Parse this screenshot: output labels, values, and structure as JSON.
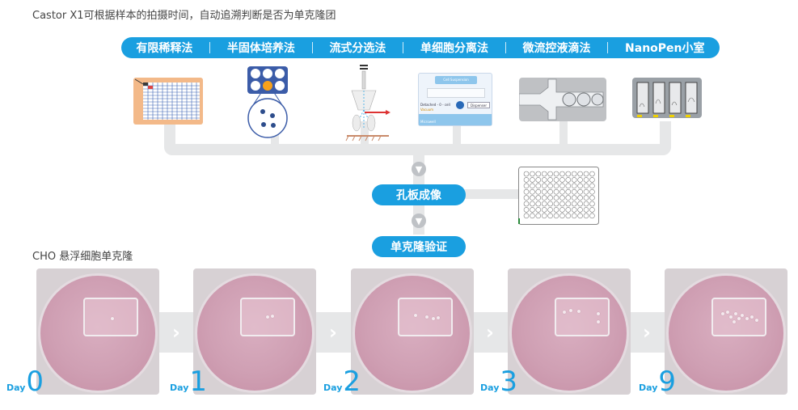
{
  "intro_text": "Castor X1可根据样本的拍摄时间，自动追溯判断是否为单克隆团",
  "methods": [
    "有限稀释法",
    "半固体培养法",
    "流式分选法",
    "单细胞分离法",
    "微流控液滴法",
    "NanoPen小室"
  ],
  "icon_names": [
    "well-plate-grid-icon",
    "six-well-plate-icon",
    "flow-sorter-icon",
    "cell-separation-chip-icon",
    "microfluidic-droplet-icon",
    "nanopen-chamber-icon"
  ],
  "separation_chip_labels": {
    "top": "Cell Suspension",
    "left": "Detached - 0 - cell",
    "left2": "Vacuum",
    "right": "Dispenser",
    "bottom": "Microwell"
  },
  "steps": {
    "imaging": "孔板成像",
    "verification": "单克隆验证"
  },
  "section_label": "CHO 悬浮细胞单克隆",
  "day_word": "Day",
  "days": [
    "0",
    "1",
    "2",
    "3",
    "9"
  ],
  "colors": {
    "accent": "#1a9fe0",
    "connector": "#e6e7e8",
    "dish": "#cf9fb3"
  }
}
